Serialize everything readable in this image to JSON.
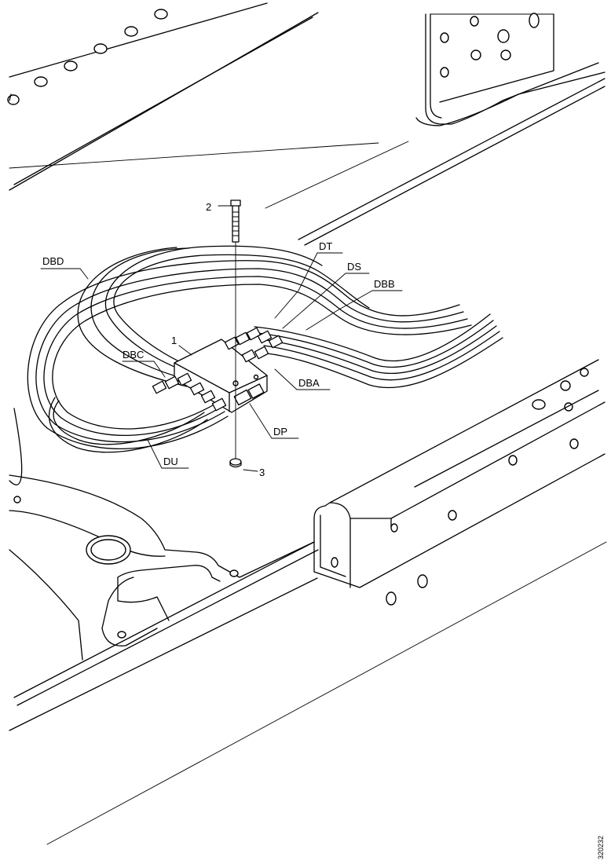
{
  "callouts": {
    "dbd": "DBD",
    "dt": "DT",
    "ds": "DS",
    "dbb": "DBB",
    "dbc": "DBC",
    "dba": "DBA",
    "dp": "DP",
    "du": "DU",
    "one": "1",
    "two": "2",
    "three": "3"
  },
  "reference_number": "320232"
}
